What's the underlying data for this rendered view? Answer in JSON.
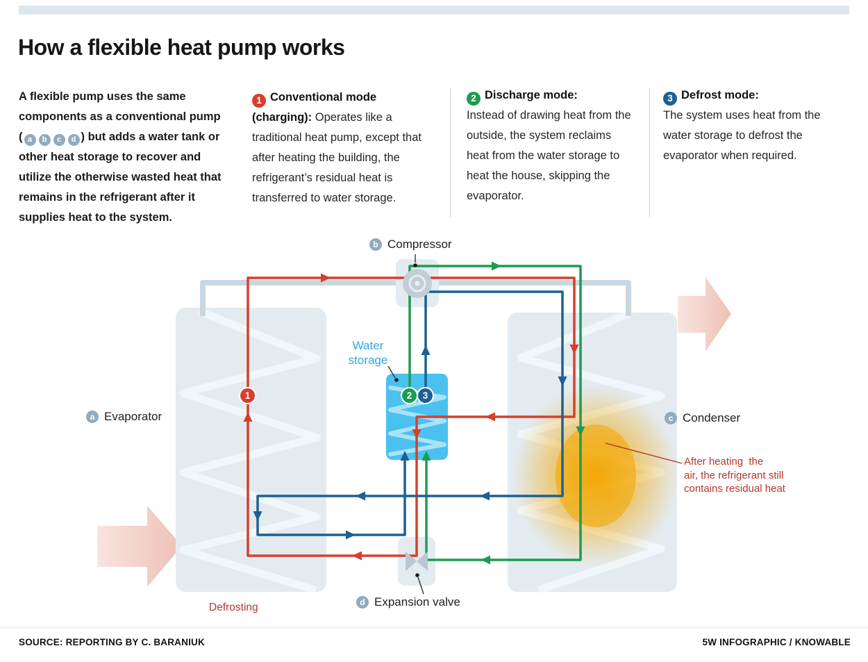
{
  "page": {
    "title": "How a flexible heat pump works",
    "source": "SOURCE: REPORTING BY C. BARANIUK",
    "credit": "5W INFOGRAPHIC / KNOWABLE"
  },
  "intro": {
    "before": "A flexible pump uses the same components as a conventional pump (",
    "badges": [
      "a",
      "b",
      "c",
      "d"
    ],
    "after": ") but adds a water tank or other heat storage to recover and utilize the otherwise wasted heat that remains in the refrigerant after it supplies heat to the system."
  },
  "modes": [
    {
      "number": "1",
      "title": "Conventional mode (charging):",
      "body": "Operates like a traditional heat pump, except that after heating the building, the refrigerant’s residual heat is transferred to water storage.",
      "color": "#d5402c"
    },
    {
      "number": "2",
      "title": "Discharge mode:",
      "body": "Instead of drawing heat from the outside, the system reclaims heat from the water storage to heat the house, skipping the evaporator.",
      "color": "#1e9b53"
    },
    {
      "number": "3",
      "title": "Defrost mode:",
      "body": "The system uses heat from the water storage to defrost the evaporator when required.",
      "color": "#1d6091"
    }
  ],
  "diagram": {
    "components": {
      "evaporator": {
        "badge": "a",
        "label": "Evaporator"
      },
      "compressor": {
        "badge": "b",
        "label": "Compressor"
      },
      "condenser": {
        "badge": "c",
        "label": "Condenser"
      },
      "expansion_valve": {
        "badge": "d",
        "label": "Expansion valve"
      },
      "water_storage": {
        "label": "Water\nstorage"
      }
    },
    "path_badges": {
      "conventional": "1",
      "discharge": "2",
      "defrost": "3"
    },
    "annotations": {
      "defrosting": "Defrosting",
      "residual_heat": "After heating  the\nair, the refrigerant still\ncontains residual heat"
    },
    "colors": {
      "conventional_red": "#d5402c",
      "discharge_green": "#1e9b53",
      "defrost_blue": "#1d6091",
      "water_tank": "#4ac1ef",
      "component_block": "#e3ebf1",
      "heat_glow": "#f2a800",
      "component_badge": "#90abbd",
      "water_label_cyan": "#2aabe2",
      "annotation_red": "#b5362c"
    }
  }
}
